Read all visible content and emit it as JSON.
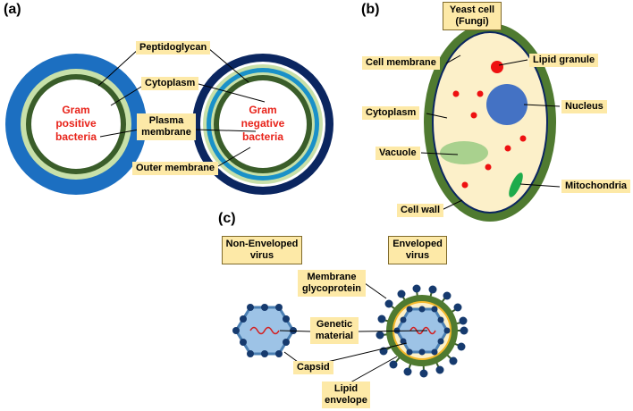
{
  "panels": {
    "a": "(a)",
    "b": "(b)",
    "c": "(c)"
  },
  "bacteria": {
    "gram_positive": "Gram\npositive\nbacteria",
    "gram_negative": "Gram\nnegative\nbacteria",
    "peptidoglycan": "Peptidoglycan",
    "cytoplasm": "Cytoplasm",
    "plasma_membrane": "Plasma\nmembrane",
    "outer_membrane": "Outer membrane"
  },
  "yeast": {
    "title": "Yeast cell\n(Fungi)",
    "cell_membrane": "Cell membrane",
    "lipid_granule": "Lipid granule",
    "nucleus": "Nucleus",
    "cytoplasm": "Cytoplasm",
    "vacuole": "Vacuole",
    "mitochondria": "Mitochondria",
    "cell_wall": "Cell wall"
  },
  "virus": {
    "non_enveloped": "Non-Enveloped\nvirus",
    "enveloped": "Enveloped\nvirus",
    "membrane_glycoprotein": "Membrane\nglycoprotein",
    "genetic_material": "Genetic\nmaterial",
    "capsid": "Capsid",
    "lipid_envelope": "Lipid\nenvelope"
  },
  "colors": {
    "label_bg": "#fde9a7",
    "gram_text": "#e8231a",
    "pos_outer": "#1c6fc1",
    "neg_outer": "#0b2660",
    "dark_green": "#3a5d2a",
    "light_green": "#c8e0a9",
    "cyan_ring": "#1a91c8",
    "yeast_wall": "#4f7a30",
    "cytoplasm_fill": "#fcf0c9",
    "nucleus": "#4472c4",
    "vacuole": "#a9d18e",
    "mito": "#1eab4b",
    "granule": "#ee1111",
    "capsid_fill": "#9dc3e6",
    "capsid_stroke": "#4a7fb3",
    "envelope_orange": "#f5b82a",
    "spike": "#163a6e"
  }
}
